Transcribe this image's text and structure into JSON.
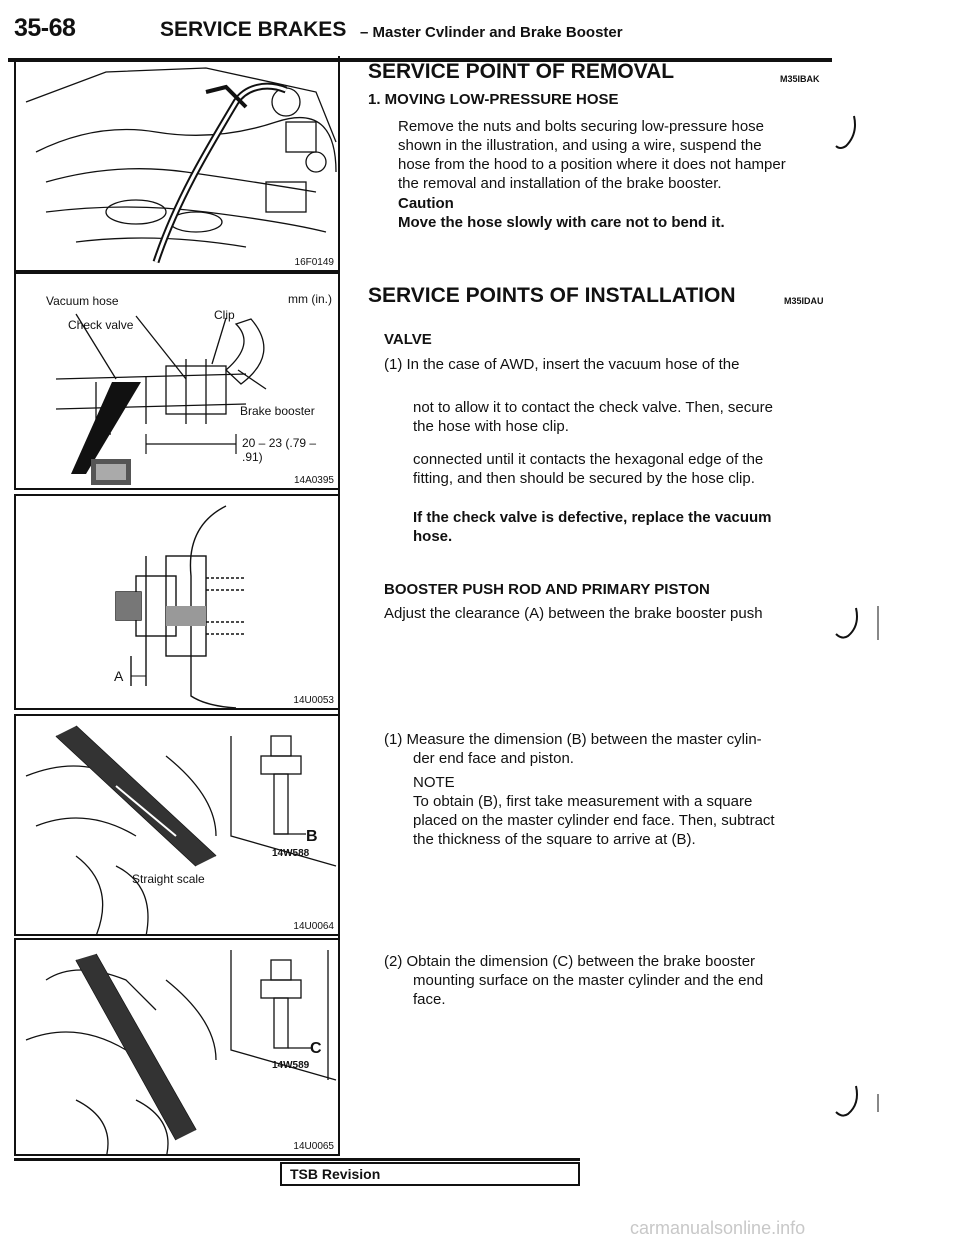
{
  "header": {
    "page_number": "35-68",
    "section": "SERVICE BRAKES",
    "subtitle": "– Master Cvlinder and Brake Booster"
  },
  "figures": {
    "f1": {
      "id": "16F0149"
    },
    "f2": {
      "id": "14A0395",
      "units": "mm (in.)",
      "vacuum_hose": "Vacuum hose",
      "check_valve": "Check valve",
      "clip": "Clip",
      "brake_booster": "Brake booster",
      "dimension": "20 – 23 (.79 – .91)"
    },
    "f3": {
      "id": "14U0053",
      "label_a": "A"
    },
    "f4": {
      "id": "14U0064",
      "inset_id": "14W588",
      "label_b": "B",
      "straight_scale": "Straight scale"
    },
    "f5": {
      "id": "14U0065",
      "inset_id": "14W589",
      "label_c": "C"
    }
  },
  "removal": {
    "title": "SERVICE POINT OF REMOVAL",
    "code": "M35IBAK",
    "step": "1. MOVING LOW-PRESSURE HOSE",
    "para_l1": "Remove the nuts and bolts securing low-pressure hose",
    "para_l2": "shown in the illustration, and using a wire, suspend the",
    "para_l3": "hose from the hood to a position where it does not hamper",
    "para_l4": "the removal and installation of the brake booster.",
    "caution": "Caution",
    "caution_text": "Move the hose slowly with care not to bend it."
  },
  "installation": {
    "title": "SERVICE POINTS OF INSTALLATION",
    "code": "M35IDAU",
    "valve_heading": "VALVE",
    "valve_l1": "(1) In the case of AWD, insert the vacuum hose of the",
    "valve_l2": "not to allow it to contact the check valve. Then, secure",
    "valve_l3": "the hose with hose clip.",
    "valve_l4": "connected until it contacts the hexagonal edge of the",
    "valve_l5": "fitting, and then should be secured by the hose clip.",
    "valve_warn_l1": "If the check valve is defective, replace the vacuum",
    "valve_warn_l2": "hose.",
    "booster_heading": "BOOSTER PUSH ROD AND PRIMARY PISTON",
    "booster_l1": "Adjust the clearance (A) between the brake booster push",
    "step1_l1": "(1) Measure the dimension (B) between the master cylin-",
    "step1_l2": "der end face and piston.",
    "note": "NOTE",
    "note_l1": "To obtain (B), first take measurement with a square",
    "note_l2": "placed on the master cylinder end face. Then, subtract",
    "note_l3": "the thickness of the square to arrive at (B).",
    "step2_l1": "(2) Obtain the dimension (C) between the brake booster",
    "step2_l2": "mounting surface on the master cylinder and the end",
    "step2_l3": "face."
  },
  "footer": {
    "tsb": "TSB Revision",
    "watermark": "carmanualsonline.info"
  }
}
